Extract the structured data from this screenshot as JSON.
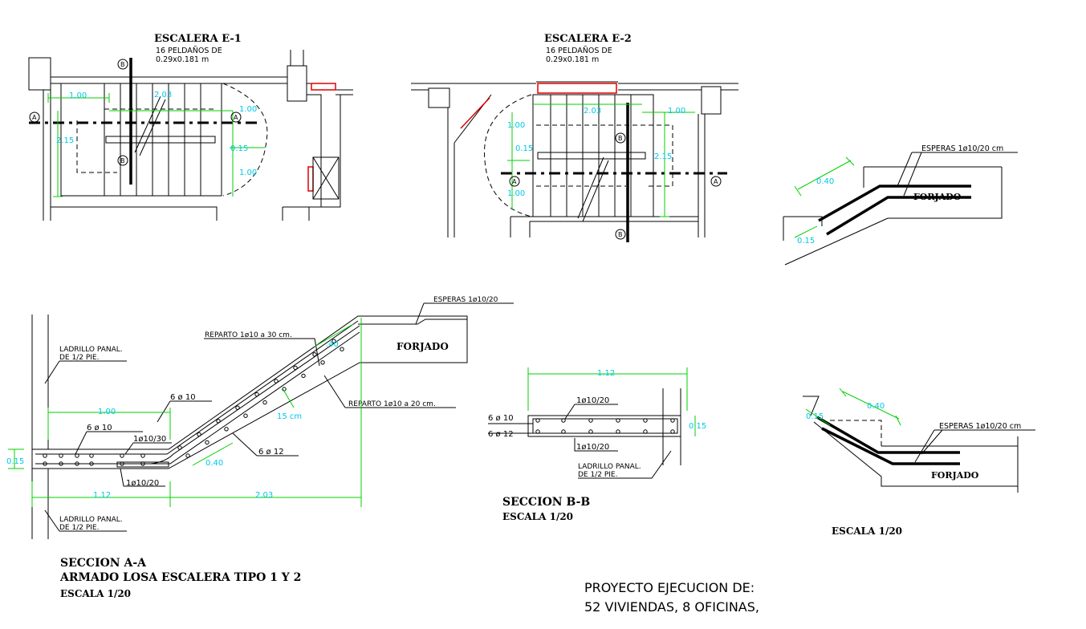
{
  "plans": {
    "e1": {
      "title": "ESCALERA E-1",
      "steps": "16 PELDAÑOS DE",
      "step_size": "0.29x0.181 m",
      "dims": {
        "d1": "1.00",
        "d2": "2.03",
        "d3": "1.00",
        "d4": "2.15",
        "d5": "0.15",
        "d6": "1.00"
      }
    },
    "e2": {
      "title": "ESCALERA E-2",
      "steps": "16 PELDAÑOS DE",
      "step_size": "0.29x0.181 m",
      "dims": {
        "d1": "2.03",
        "d2": "1.00",
        "d3": "1.00",
        "d4": "0.15",
        "d5": "2.15",
        "d6": "1.00"
      }
    },
    "marker_a": "A",
    "marker_b": "B"
  },
  "detail_top": {
    "label": "ESPERAS 1ø10/20 cm",
    "slab": "FORJADO",
    "dim1": "0.40",
    "dim2": "0.15"
  },
  "section_aa": {
    "esperas": "ESPERAS 1ø10/20",
    "forjado": "FORJADO",
    "reparto_30": "REPARTO 1ø10 a 30 cm.",
    "reparto_20": "REPARTO 1ø10 a 20 cm.",
    "ladrillo_top_1": "LADRILLO PANAL.",
    "ladrillo_top_2": "DE 1/2 PIE.",
    "ladrillo_bot_1": "LADRILLO PANAL.",
    "ladrillo_bot_2": "DE 1/2 PIE.",
    "bar_6o10_a": "6 ø 10",
    "bar_6o10_b": "6 ø 10",
    "bar_1o10_30": "1ø10/30",
    "bar_6o12": "6 ø 12",
    "bar_1o10_20": "1ø10/20",
    "spacing": "15 cm",
    "dims": {
      "top_100": "1.00",
      "bot_112": "1.12",
      "bot_203": "2.03",
      "thick": "0.15",
      "d40a": "0.40",
      "d40b": ".40"
    },
    "title": "SECCION A-A",
    "subtitle": "ARMADO LOSA ESCALERA TIPO 1 Y 2",
    "scale": "ESCALA 1/20"
  },
  "section_bb": {
    "dim_112": "1.12",
    "dim_015": "0.15",
    "bar_top": "1ø10/20",
    "bar_bot": "1ø10/20",
    "left_top": "6 ø 10",
    "left_bot": "6 ø 12",
    "ladrillo_1": "LADRILLO PANAL.",
    "ladrillo_2": "DE 1/2 PIE.",
    "title": "SECCION B-B",
    "scale": "ESCALA 1/20"
  },
  "detail_bottom": {
    "label": "ESPERAS 1ø10/20 cm",
    "slab": "FORJADO",
    "dim1": "0.40",
    "dim2": "0.15",
    "scale": "ESCALA 1/20"
  },
  "project": {
    "line1": "PROYECTO EJECUCION DE:",
    "line2": "52 VIVIENDAS, 8 OFICINAS,"
  }
}
